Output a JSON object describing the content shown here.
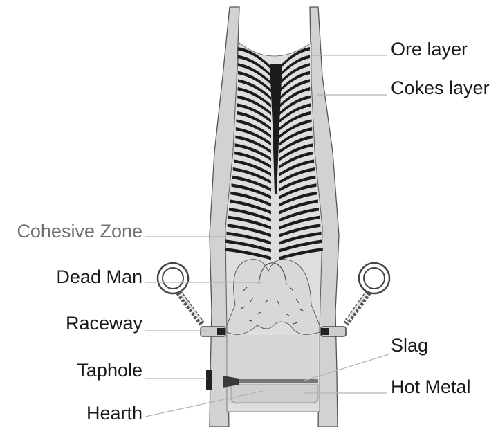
{
  "labels": {
    "ore_layer": "Ore layer",
    "cokes_layer": "Cokes layer",
    "cohesive_zone": "Cohesive Zone",
    "dead_man": "Dead Man",
    "raceway": "Raceway",
    "taphole": "Taphole",
    "hearth": "Hearth",
    "slag": "Slag",
    "hot_metal": "Hot Metal"
  },
  "colors": {
    "furnace_wall": "#d2d2d2",
    "wall_outline": "#555555",
    "ore_layer": "#1c1c1c",
    "coke_layer": "#ffffff",
    "dead_man_interior": "#d8d8d8",
    "slag": "#777777",
    "hot_metal": "#cfcfcf",
    "tuyere": "#cccccc"
  }
}
